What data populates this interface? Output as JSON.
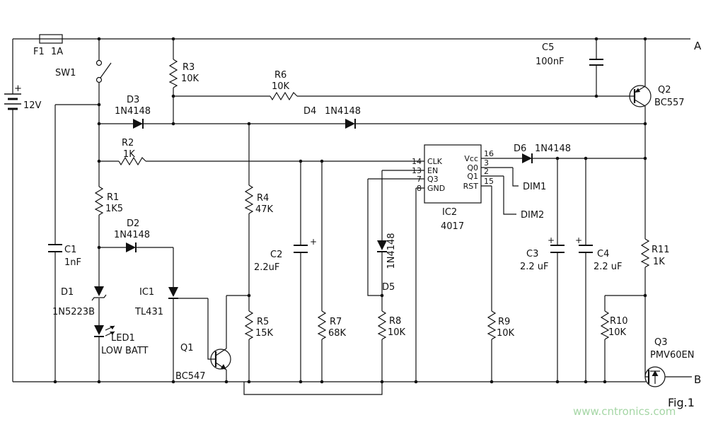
{
  "terminals": {
    "a": "A",
    "b": "B"
  },
  "figure": {
    "caption": "Fig.1",
    "watermark": "www.cntronics.com"
  },
  "battery": {
    "plus": "+",
    "value": "12V"
  },
  "components": {
    "f1": {
      "name": "F1",
      "value": "1A"
    },
    "sw1": {
      "name": "SW1"
    },
    "d1": {
      "name": "D1",
      "value": "1N5223B"
    },
    "d2": {
      "name": "D2",
      "value": "1N4148"
    },
    "d3": {
      "name": "D3",
      "value": "1N4148"
    },
    "d4": {
      "name": "D4",
      "value": "1N4148"
    },
    "d5": {
      "name": "D5",
      "value": "1N4148"
    },
    "d6": {
      "name": "D6",
      "value": "1N4148"
    },
    "led1": {
      "name": "LED1",
      "value": "LOW BATT"
    },
    "r1": {
      "name": "R1",
      "value": "1K5"
    },
    "r2": {
      "name": "R2",
      "value": "1K"
    },
    "r3": {
      "name": "R3",
      "value": "10K"
    },
    "r4": {
      "name": "R4",
      "value": "47K"
    },
    "r5": {
      "name": "R5",
      "value": "15K"
    },
    "r6": {
      "name": "R6",
      "value": "10K"
    },
    "r7": {
      "name": "R7",
      "value": "68K"
    },
    "r8": {
      "name": "R8",
      "value": "10K"
    },
    "r9": {
      "name": "R9",
      "value": "10K"
    },
    "r10": {
      "name": "R10",
      "value": "10K"
    },
    "r11": {
      "name": "R11",
      "value": "1K"
    },
    "c1": {
      "name": "C1",
      "value": "1nF"
    },
    "c2": {
      "name": "C2",
      "value": "2.2uF",
      "polarity": "+"
    },
    "c3": {
      "name": "C3",
      "value": "2.2 uF",
      "polarity": "+"
    },
    "c4": {
      "name": "C4",
      "value": "2.2 uF",
      "polarity": "+"
    },
    "c5": {
      "name": "C5",
      "value": "100nF"
    },
    "q1": {
      "name": "Q1",
      "value": "BC547"
    },
    "q2": {
      "name": "Q2",
      "value": "BC557"
    },
    "q3": {
      "name": "Q3",
      "value": "PMV60EN"
    },
    "ic1": {
      "name": "IC1",
      "value": "TL431"
    }
  },
  "ic2": {
    "name": "IC2",
    "value": "4017",
    "pins_left": [
      {
        "num": "14",
        "label": "CLK"
      },
      {
        "num": "13",
        "label": "EN"
      },
      {
        "num": "7",
        "label": "Q3"
      },
      {
        "num": "8",
        "label": "GND"
      }
    ],
    "pins_right": [
      {
        "num": "16",
        "label": "Vcc"
      },
      {
        "num": "3",
        "label": "Q0"
      },
      {
        "num": "2",
        "label": "Q1"
      },
      {
        "num": "15",
        "label": "RST"
      }
    ],
    "outputs": {
      "dim1": "DIM1",
      "dim2": "DIM2"
    }
  }
}
